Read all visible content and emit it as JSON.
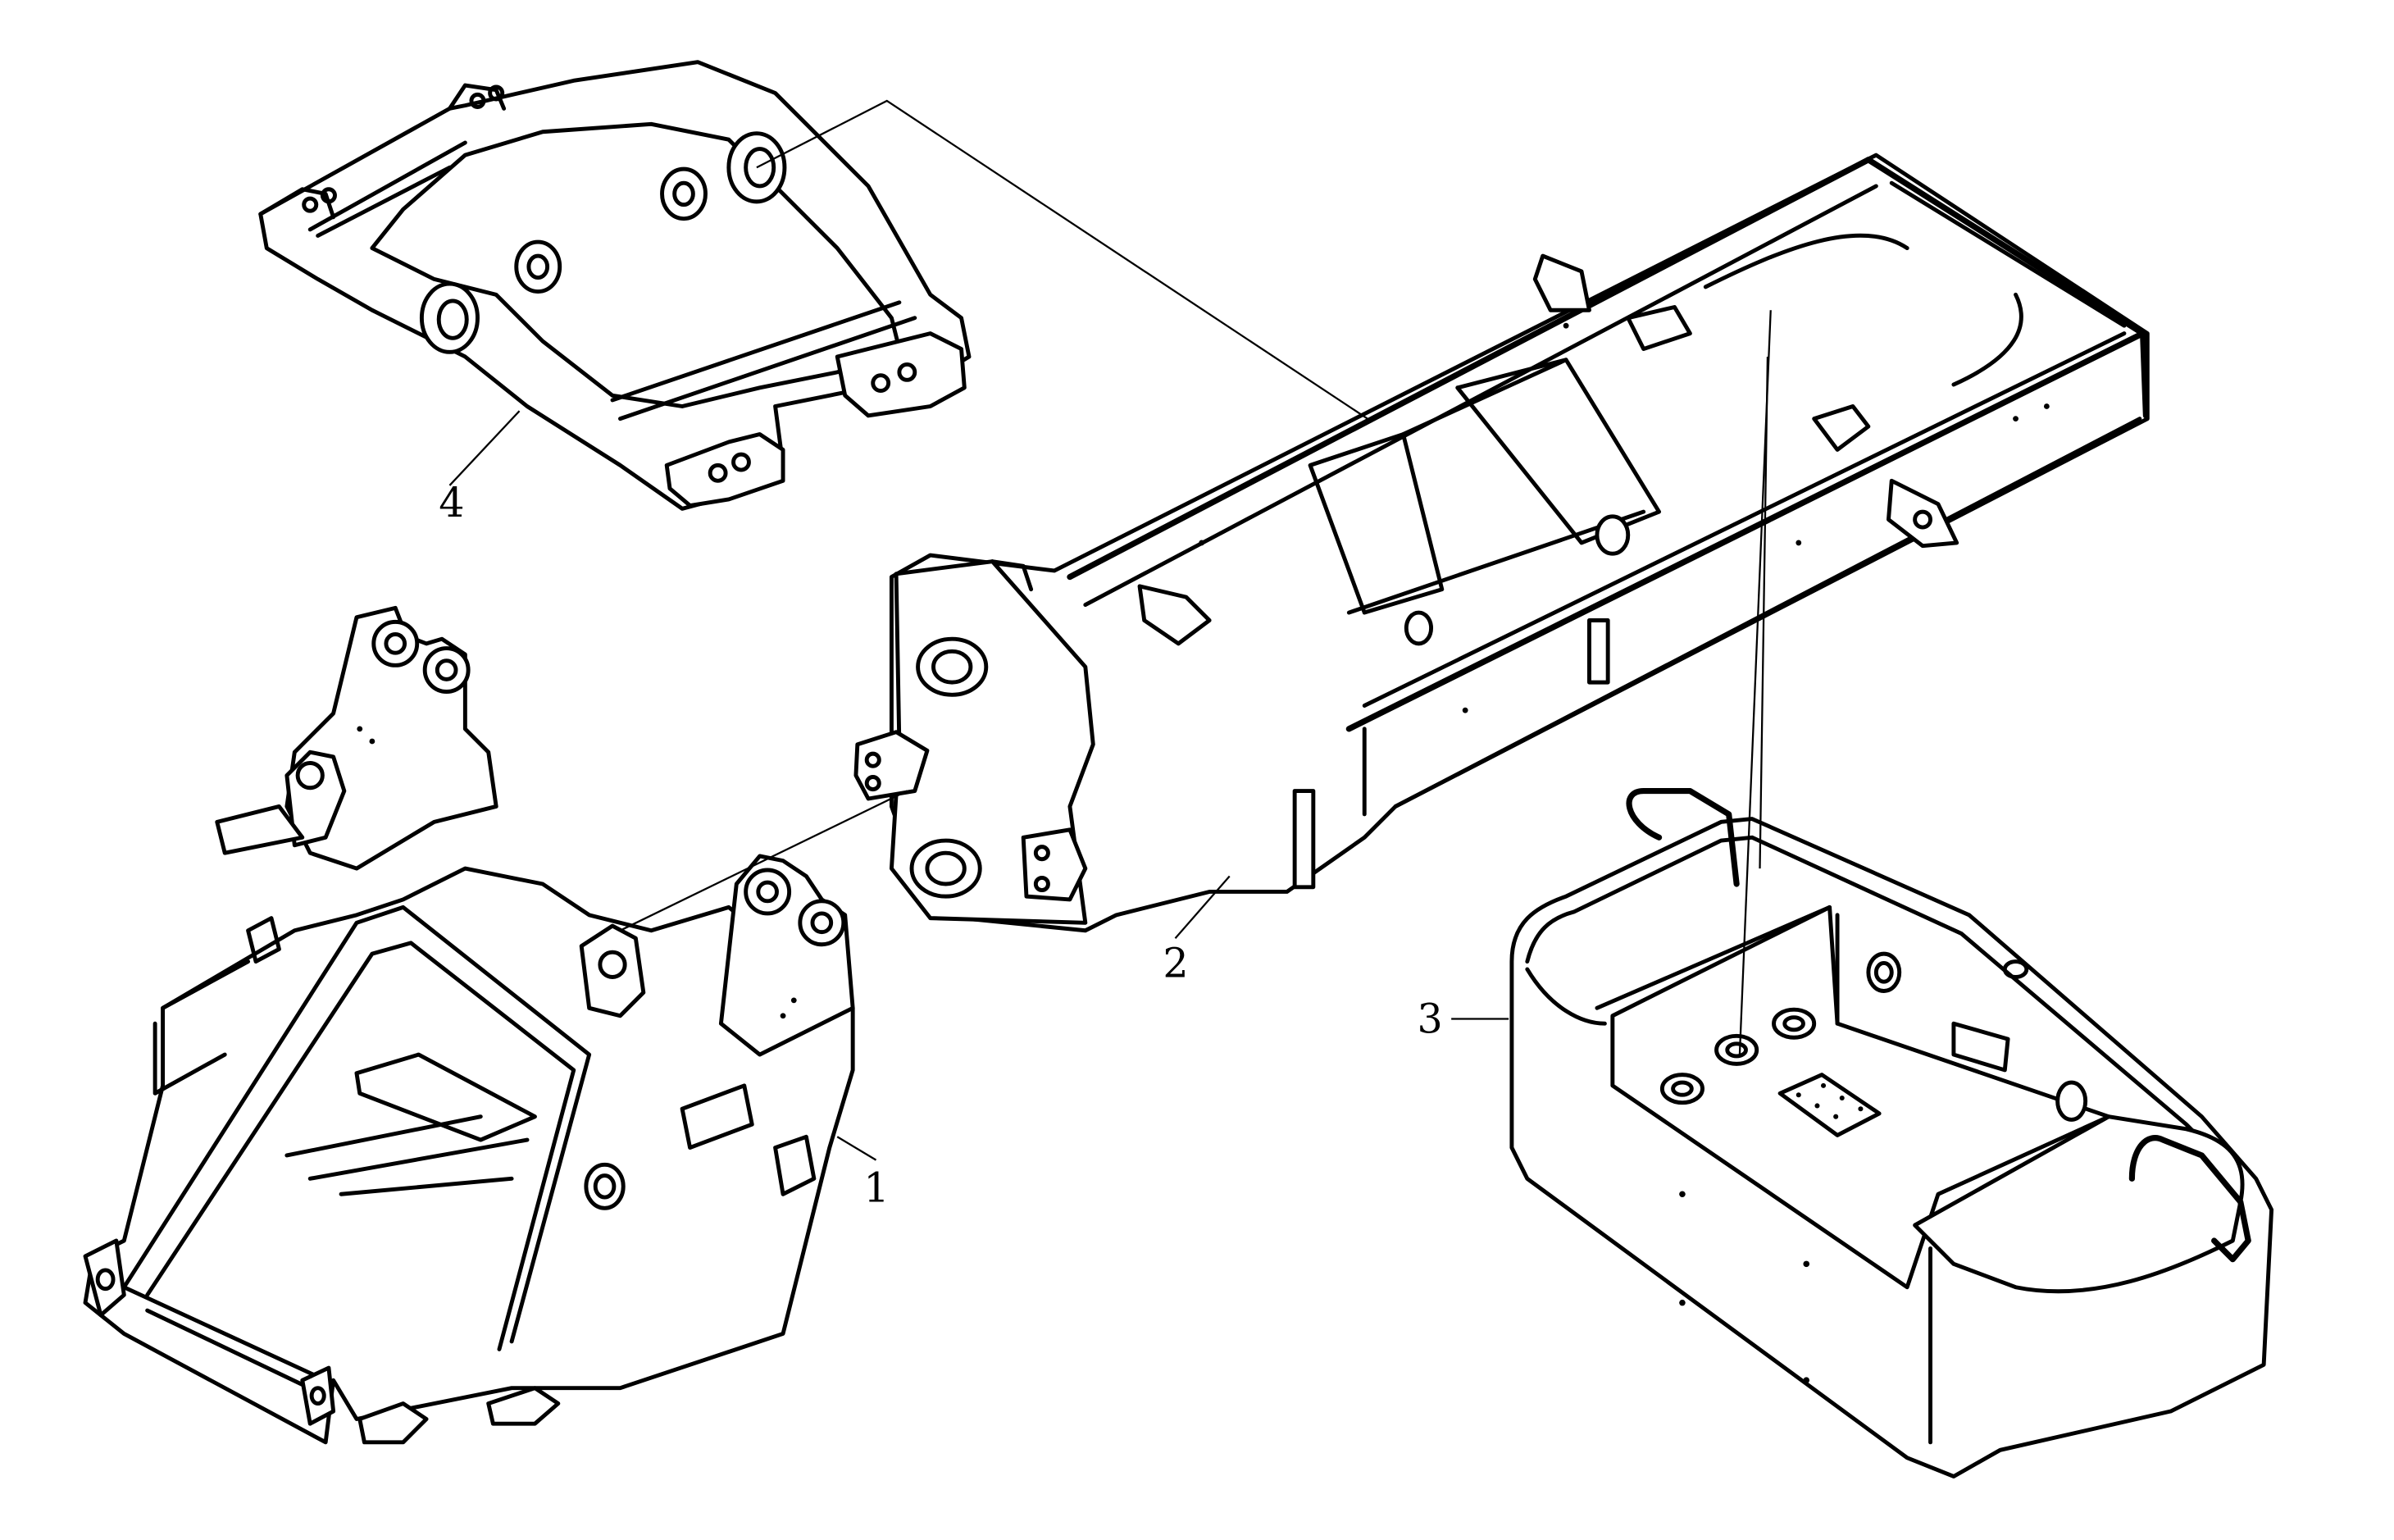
{
  "diagram": {
    "type": "exploded-parts-view",
    "line_color": "#000000",
    "background": "#ffffff",
    "callouts": [
      {
        "id": "1",
        "label": "1",
        "part": "front-frame"
      },
      {
        "id": "2",
        "label": "2",
        "part": "rear-main-frame"
      },
      {
        "id": "3",
        "label": "3",
        "part": "counterweight"
      },
      {
        "id": "4",
        "label": "4",
        "part": "oscillating-subframe"
      }
    ]
  }
}
